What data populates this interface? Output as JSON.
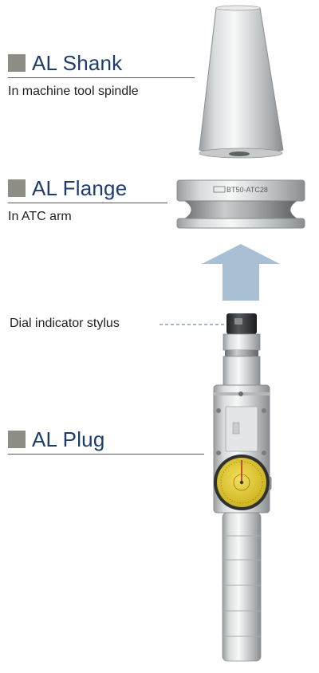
{
  "colors": {
    "swatch": "#8e8e86",
    "title": "#1f3c6e",
    "arrow": "#a9bfd3",
    "dial_face": "#e6cf34",
    "leader": "#4a6fa0"
  },
  "labels": {
    "shank": {
      "title": "AL Shank",
      "subtitle": "In machine tool spindle"
    },
    "flange": {
      "title": "AL Flange",
      "subtitle": "In ATC arm",
      "engraving": "BT50-ATC28"
    },
    "plug": {
      "title": "AL Plug"
    },
    "stylus_callout": "Dial indicator stylus"
  },
  "icons": {
    "arrow": "up-arrow-icon"
  }
}
